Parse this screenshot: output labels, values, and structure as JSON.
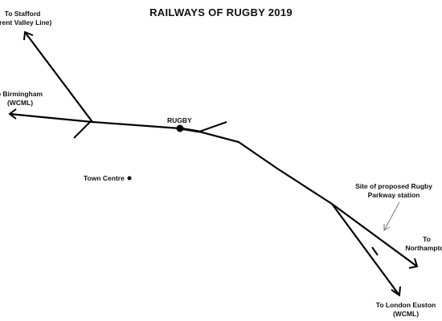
{
  "title": "RAILWAYS OF RUGBY 2019",
  "labels": {
    "stafford": {
      "line1": "To Stafford",
      "line2": "(Trent Valley Line)"
    },
    "birmingham": {
      "line1": "To Birmingham",
      "line2": "(WCML)"
    },
    "rugby": "RUGBY",
    "town_centre": "Town Centre",
    "parkway": {
      "line1": "Site of proposed Rugby",
      "line2": "Parkway station"
    },
    "northampton": {
      "line1": "To",
      "line2": "Northampton"
    },
    "london": {
      "line1": "To London Euston",
      "line2": "(WCML)"
    }
  },
  "colors": {
    "line": "#000000",
    "pointer": "#777777",
    "background": "#ffffff"
  }
}
